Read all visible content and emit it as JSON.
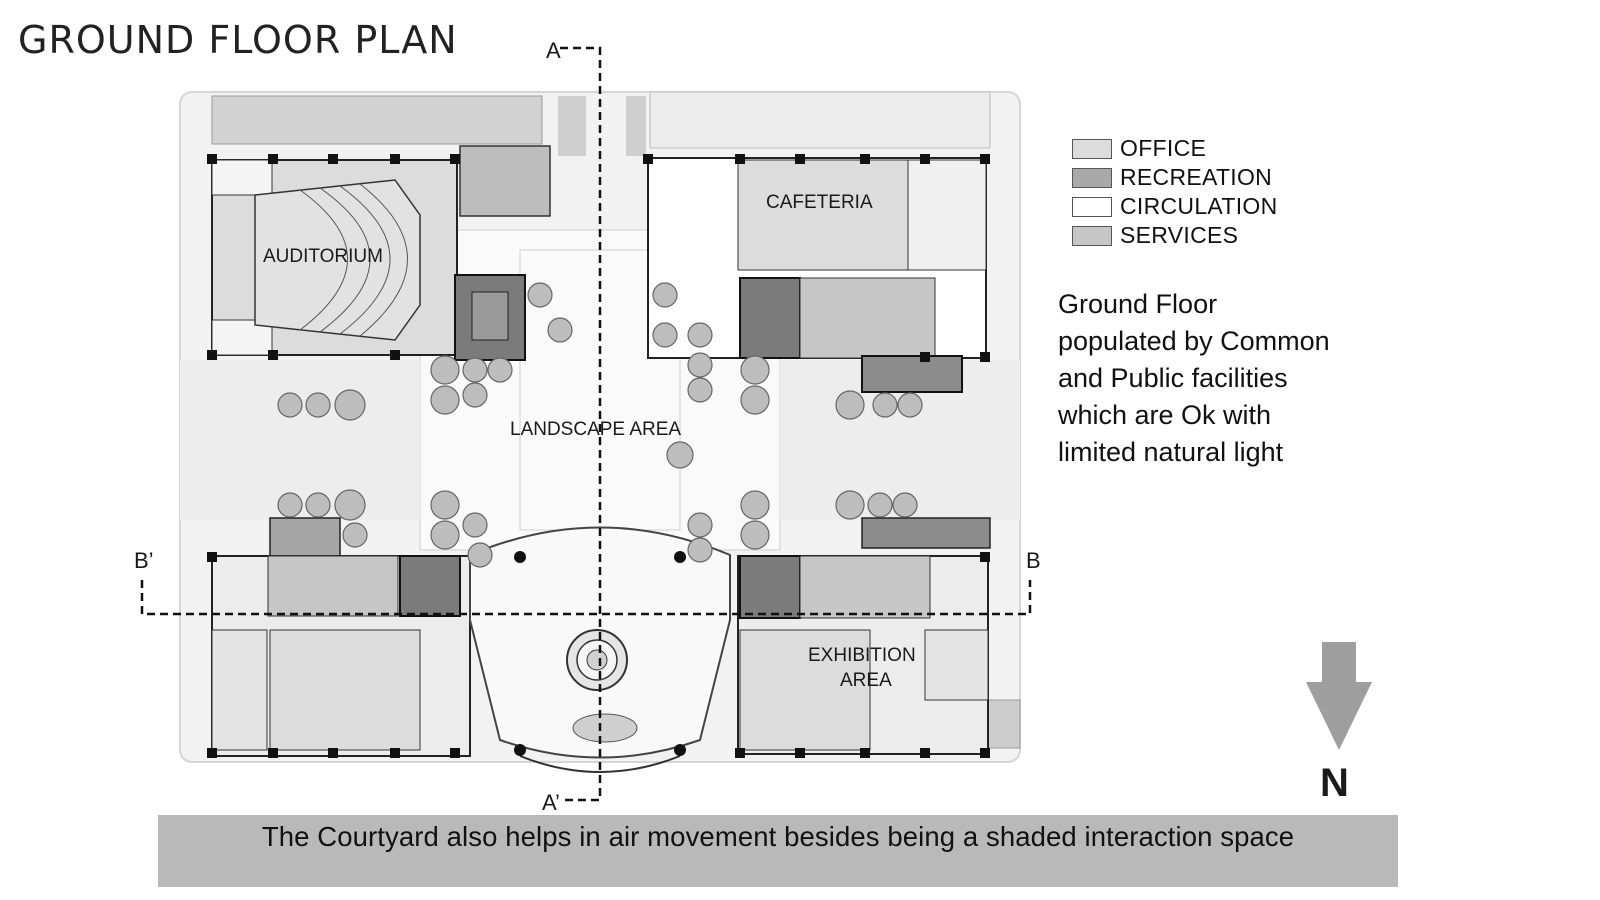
{
  "title": "GROUND FLOOR PLAN",
  "section_marks": {
    "a_top": "A",
    "a_bottom": "A’",
    "b_right": "B",
    "b_left": "B’"
  },
  "rooms": {
    "auditorium": "AUDITORIUM",
    "cafeteria": "CAFETERIA",
    "landscape": "LANDSCAPE AREA",
    "exhibition_line1": "EXHIBITION",
    "exhibition_line2": "AREA"
  },
  "legend": [
    {
      "label": "OFFICE",
      "color": "#dcdcdc"
    },
    {
      "label": "RECREATION",
      "color": "#a9a9a9"
    },
    {
      "label": "CIRCULATION",
      "color": "#ffffff"
    },
    {
      "label": "SERVICES",
      "color": "#c6c6c6"
    }
  ],
  "note_lines": [
    "Ground Floor",
    "populated by Common",
    "and Public facilities",
    "which are Ok with",
    "limited natural light"
  ],
  "north_label": "N",
  "banner_text": "The Courtyard also helps in air movement besides being a shaded interaction space",
  "colors": {
    "office": "#dcdcdc",
    "recreation": "#7b7b7b",
    "services": "#a5a5a5",
    "tree": "#bdbdbd",
    "banner": "#b9b9b9",
    "arrow": "#9e9e9e"
  }
}
